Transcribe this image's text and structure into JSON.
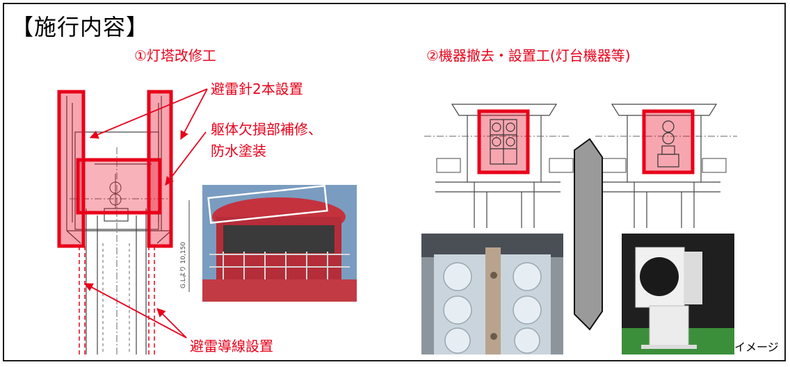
{
  "title": "【施行内容】",
  "sections": {
    "left_heading": "①灯塔改修工",
    "right_heading": "②機器撤去・設置工(灯台機器等)"
  },
  "labels": {
    "lightning_rods": "避雷針2本設置",
    "repair_line1": "躯体欠損部補修、",
    "repair_line2": "防水塗装",
    "down_conductor": "避雷導線設置",
    "image_note": "イメージ"
  },
  "drawing": {
    "dimension_text": "G.Lより 10,150"
  },
  "colors": {
    "accent": "#e8001a",
    "highlight_fill": "#f4a0a0",
    "arrow_fill": "#9a9a9a"
  }
}
